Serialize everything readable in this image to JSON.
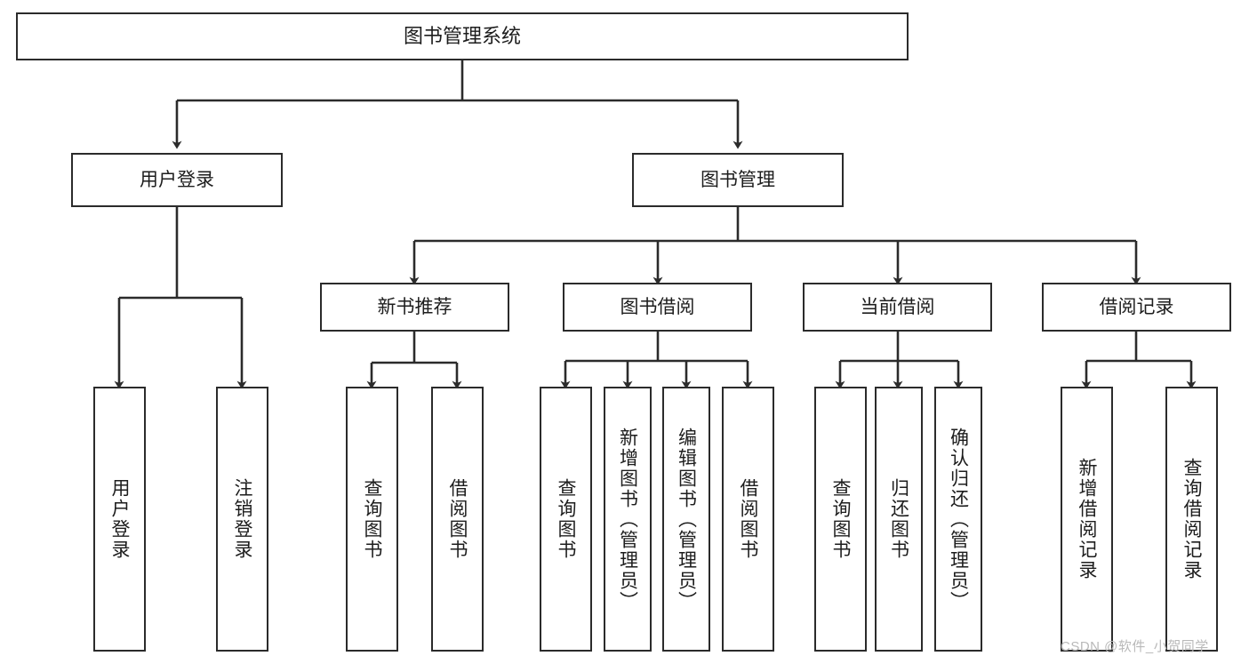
{
  "diagram": {
    "title": "图书管理系统",
    "type": "functional-structure-tree",
    "watermark": "CSDN @软件_小贺同学",
    "colors": {
      "box_border": "#2b2b2b",
      "box_fill": "#ffffff",
      "connector": "#2b2b2b",
      "text": "#1d1d1d",
      "watermark": "#b9b9b9"
    }
  },
  "nodes": {
    "root": {
      "label": "图书管理系统",
      "level": 1
    },
    "level2": [
      {
        "id": "user-login",
        "label": "用户登录"
      },
      {
        "id": "book-manage",
        "label": "图书管理"
      }
    ],
    "level3": [
      {
        "id": "new-book-recommend",
        "label": "新书推荐",
        "parent": "book-manage"
      },
      {
        "id": "book-borrow",
        "label": "图书借阅",
        "parent": "book-manage"
      },
      {
        "id": "current-borrow",
        "label": "当前借阅",
        "parent": "book-manage"
      },
      {
        "id": "borrow-record",
        "label": "借阅记录",
        "parent": "book-manage"
      }
    ],
    "leaves": [
      {
        "id": "leaf-user-login",
        "label": "用户登录",
        "parent": "user-login"
      },
      {
        "id": "leaf-logout-login",
        "label": "注销登录",
        "parent": "user-login"
      },
      {
        "id": "leaf-query-book-1",
        "label": "查询图书",
        "parent": "new-book-recommend"
      },
      {
        "id": "leaf-borrow-book-1",
        "label": "借阅图书",
        "parent": "new-book-recommend"
      },
      {
        "id": "leaf-query-book-2",
        "label": "查询图书",
        "parent": "book-borrow"
      },
      {
        "id": "leaf-add-book",
        "label": "新增图书（管理员）",
        "parent": "book-borrow"
      },
      {
        "id": "leaf-edit-book",
        "label": "编辑图书（管理员）",
        "parent": "book-borrow"
      },
      {
        "id": "leaf-borrow-book-2",
        "label": "借阅图书",
        "parent": "book-borrow"
      },
      {
        "id": "leaf-query-book-3",
        "label": "查询图书",
        "parent": "current-borrow"
      },
      {
        "id": "leaf-return-book",
        "label": "归还图书",
        "parent": "current-borrow"
      },
      {
        "id": "leaf-confirm-return",
        "label": "确认归还（管理员）",
        "parent": "current-borrow"
      },
      {
        "id": "leaf-add-borrow-record",
        "label": "新增借阅记录",
        "parent": "borrow-record"
      },
      {
        "id": "leaf-query-borrow-record",
        "label": "查询借阅记录",
        "parent": "borrow-record"
      }
    ]
  }
}
